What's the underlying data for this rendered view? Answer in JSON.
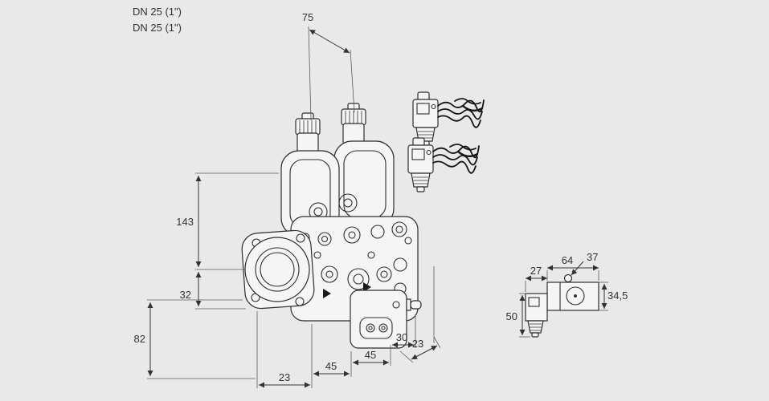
{
  "colors": {
    "background": "#e9e9e9",
    "line": "#333333"
  },
  "labels": {
    "dn_top": "DN 25 (1\")",
    "dn_bottom": "DN 25 (1\")"
  },
  "dimensions": {
    "top_width": "75",
    "body_height": "143",
    "flange_offset": "32",
    "base_height": "82",
    "bottom_left": "23",
    "bottom_mid_left": "45",
    "bottom_mid_right": "45",
    "bottom_right": "30",
    "bottom_depth": "23"
  },
  "side_view": {
    "coil_width": "27",
    "body_width": "64",
    "top_width": "37",
    "coil_height": "50",
    "body_height": "34,5"
  }
}
